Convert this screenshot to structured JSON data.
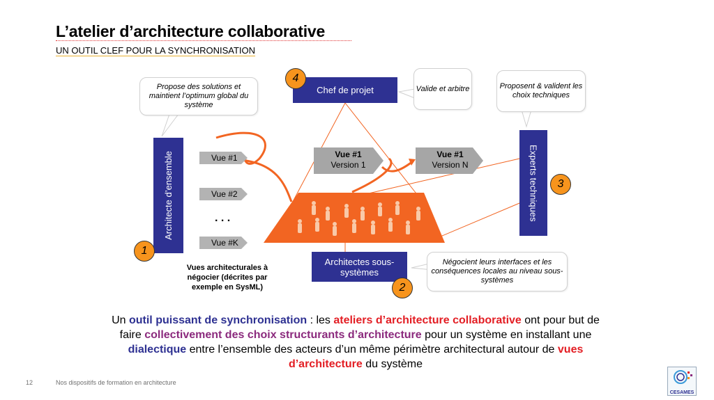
{
  "header": {
    "title": "L’atelier d’architecture collaborative",
    "subtitle": "UN OUTIL CLEF POUR LA SYNCHRONISATION"
  },
  "diagram": {
    "chef": "Chef de projet",
    "architecte": "Architecte d’ensemble",
    "experts": "Experts techniques",
    "sous_systemes": "Architectes sous-systèmes",
    "bubble_architecte": "Propose des solutions et maintient l’optimum global du système",
    "bubble_chef": "Valide et arbitre",
    "bubble_experts": "Proposent & valident les choix techniques",
    "bubble_sous": "Négocient leurs interfaces et les conséquences locales au niveau sous-systèmes",
    "num1": "1",
    "num2": "2",
    "num3": "3",
    "num4": "4",
    "vue1": "Vue #1",
    "vue2": "Vue #2",
    "ellipsis": ". . .",
    "vuek": "Vue #K",
    "version1_title": "Vue #1",
    "version1_sub": "Version 1",
    "versionN_title": "Vue #1",
    "versionN_sub": "Version N",
    "vues_caption": "Vues architecturales à négocier (décrites par exemple  en SysML)"
  },
  "paragraph": {
    "p1": "Un ",
    "p2": "outil puissant de synchronisation",
    "p3": " : les ",
    "p4": "ateliers d’architecture collaborative",
    "p5": " ont pour but de faire ",
    "p6": "collectivement des choix structurants d’architecture",
    "p7": " pour un système en installant une ",
    "p8": "dialectique",
    "p9": " entre l’ensemble des acteurs d’un même périmètre architectural autour de ",
    "p10": "vues d’architecture",
    "p11": " du système"
  },
  "footer": {
    "page": "12",
    "text": "Nos dispositifs de formation en architecture",
    "logo": "CESAMES"
  },
  "colors": {
    "navy": "#2e3192",
    "orange": "#f7941d",
    "arrow": "#f26522"
  }
}
